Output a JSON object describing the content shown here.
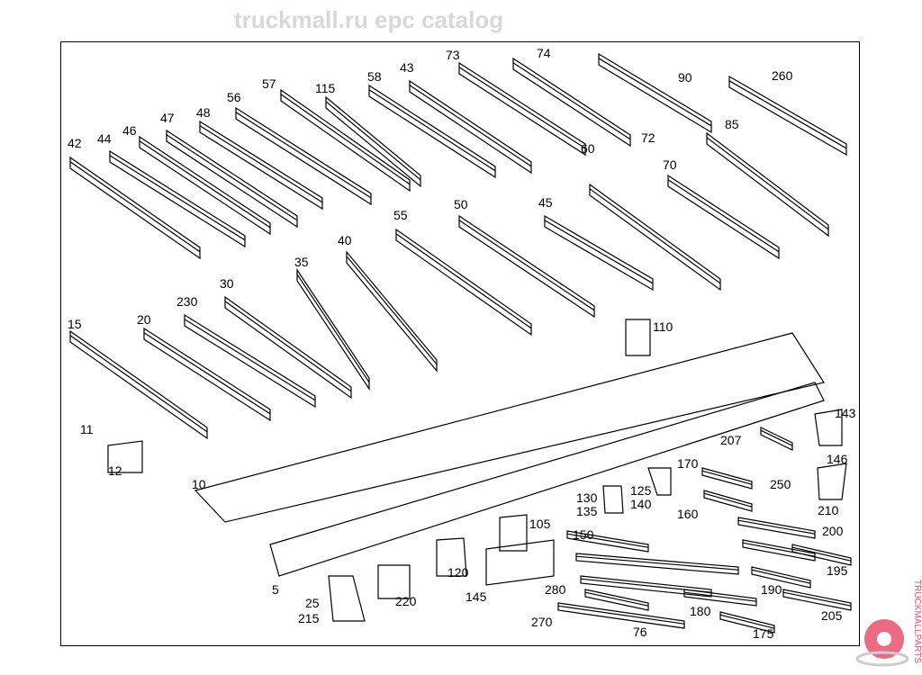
{
  "diagram": {
    "part_numbers": [
      "42",
      "44",
      "46",
      "47",
      "48",
      "56",
      "57",
      "115",
      "58",
      "43",
      "73",
      "74",
      "90",
      "260",
      "72",
      "85",
      "70",
      "60",
      "45",
      "50",
      "55",
      "40",
      "35",
      "30",
      "230",
      "20",
      "15",
      "110",
      "11",
      "12",
      "10",
      "5",
      "143",
      "207",
      "146",
      "170",
      "250",
      "125",
      "140",
      "130",
      "135",
      "105",
      "160",
      "210",
      "200",
      "195",
      "150",
      "120",
      "280",
      "190",
      "180",
      "270",
      "76",
      "205",
      "175",
      "145",
      "25",
      "215",
      "220"
    ]
  },
  "watermark": {
    "text": "truckmall.ru epc catalog",
    "logo_text": "TRUCKMALLPARTS",
    "logo_color": "#e8506e"
  }
}
